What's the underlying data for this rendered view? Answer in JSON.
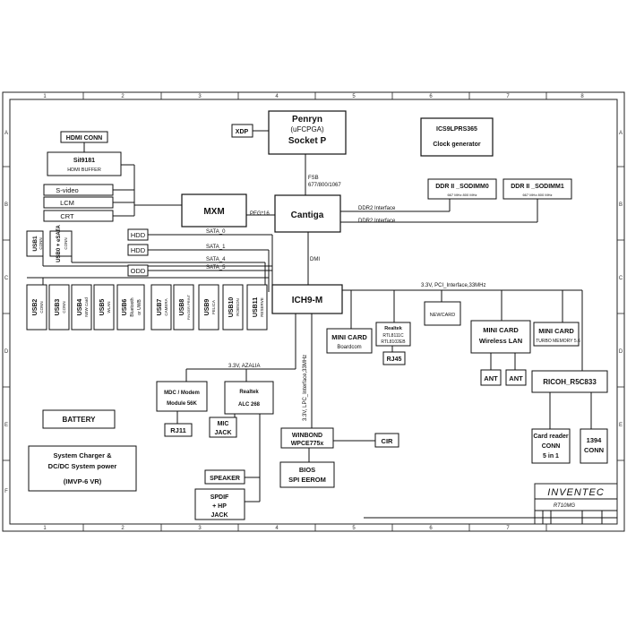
{
  "frame": {
    "col_labels": [
      "1",
      "2",
      "3",
      "4",
      "5",
      "6",
      "7",
      "8"
    ],
    "row_labels": [
      "A",
      "B",
      "C",
      "D",
      "E",
      "F"
    ]
  },
  "blocks": {
    "cpu": {
      "l1": "Penryn",
      "l2": "(uFCPGA)",
      "l3": "Socket P"
    },
    "xdp": "XDP",
    "clock": {
      "l1": "ICS9LPRS365",
      "l2": "Clock generator"
    },
    "hdmi_conn": "HDMI CONN",
    "hdmi_buffer": {
      "l1": "SiI9181",
      "l2": "HDMI BUFFER"
    },
    "svideo": "S-video",
    "lcm": "LCM",
    "crt": "CRT",
    "mxm": "MXM",
    "cantiga": "Cantiga",
    "sodimm0": {
      "l1": "DDR II _SODIMM0",
      "l2": "667 MHz 800 MHz"
    },
    "sodimm1": {
      "l1": "DDR II _SODIMM1",
      "l2": "667 MHz 800 MHz"
    },
    "hdd1": "HDD",
    "hdd2": "HDD",
    "odd": "ODD",
    "usb1": {
      "l1": "USB1",
      "l2": "CONN"
    },
    "usb0": {
      "l1": "USB0 + eSATA",
      "l2": "CONN"
    },
    "usb2": {
      "l1": "USB2",
      "l2": "CONN"
    },
    "usb3": {
      "l1": "USB3",
      "l2": "CONN"
    },
    "usb4": {
      "l1": "USB4",
      "l2": "NEW Card"
    },
    "usb5": {
      "l1": "USB5",
      "l2": "WLAN"
    },
    "usb6": {
      "l1": "USB6",
      "l2": "Bluetooth",
      "l3": "or UWB"
    },
    "usb7": {
      "l1": "USB7",
      "l2": "CAMERA"
    },
    "usb8": {
      "l1": "USB8",
      "l2": "FINGER PRINT"
    },
    "usb9": {
      "l1": "USB9",
      "l2": "FELICA"
    },
    "usb10": {
      "l1": "USB10",
      "l2": "ROBSON"
    },
    "usb11": {
      "l1": "USB11",
      "l2": "RESERVE"
    },
    "ich": "ICH9-M",
    "minicard_bc": {
      "l1": "MINI CARD",
      "l2": "Boardcom"
    },
    "realtek_lan": {
      "l1": "Realtek",
      "l2": "RTL8111C",
      "l3": "RTL8102EB"
    },
    "rj45": "RJ45",
    "newcard": "NEWCARD",
    "minicard_wl": {
      "l1": "MINI CARD",
      "l2": "Wireless LAN"
    },
    "minicard_tm": {
      "l1": "MINI CARD",
      "l2": "TURBO MEMORY 5.6"
    },
    "ant1": "ANT",
    "ant2": "ANT",
    "ricoh": "RICOH_R5C833",
    "cardreader": {
      "l1": "Card reader",
      "l2": "CONN",
      "l3": "5 in 1"
    },
    "conn1394": {
      "l1": "1394",
      "l2": "CONN"
    },
    "mdc": {
      "l1": "MDC / Modem",
      "l2": "Module 56K"
    },
    "rj11": "RJ11",
    "alc": {
      "l1": "Realtek",
      "l2": "ALC 268"
    },
    "micjack": {
      "l1": "MIC",
      "l2": "JACK"
    },
    "speaker": "SPEAKER",
    "spdif": {
      "l1": "SPDIF",
      "l2": "+ HP",
      "l3": "JACK"
    },
    "winbond": {
      "l1": "WINBOND",
      "l2": "WPCE775x"
    },
    "cir": "CIR",
    "bios": {
      "l1": "BIOS",
      "l2": "SPI EEROM"
    },
    "battery": "BATTERY",
    "charger": {
      "l1": "System Charger &",
      "l2": "DC/DC System power",
      "l3": "(IMVP-6   VR)"
    }
  },
  "signals": {
    "fsb": "FSB",
    "fsb_speed": "677/800/1067",
    "peg": "PEG*16",
    "ddr2_a": "DDR2 Interface",
    "ddr2_b": "DDR2 Interface",
    "dmi": "DMI",
    "sata0": "SATA_0",
    "sata1": "SATA_1",
    "sata4": "SATA_4",
    "sata5": "SATA_5",
    "pci": "3.3V, PCI_Interface,33MHz",
    "azalia": "3.3V, AZALIA",
    "lpc": "3.3V, LPC_Interface,33MHz"
  },
  "title_block": {
    "company": "INVENTEC",
    "model": "RT10MG"
  }
}
